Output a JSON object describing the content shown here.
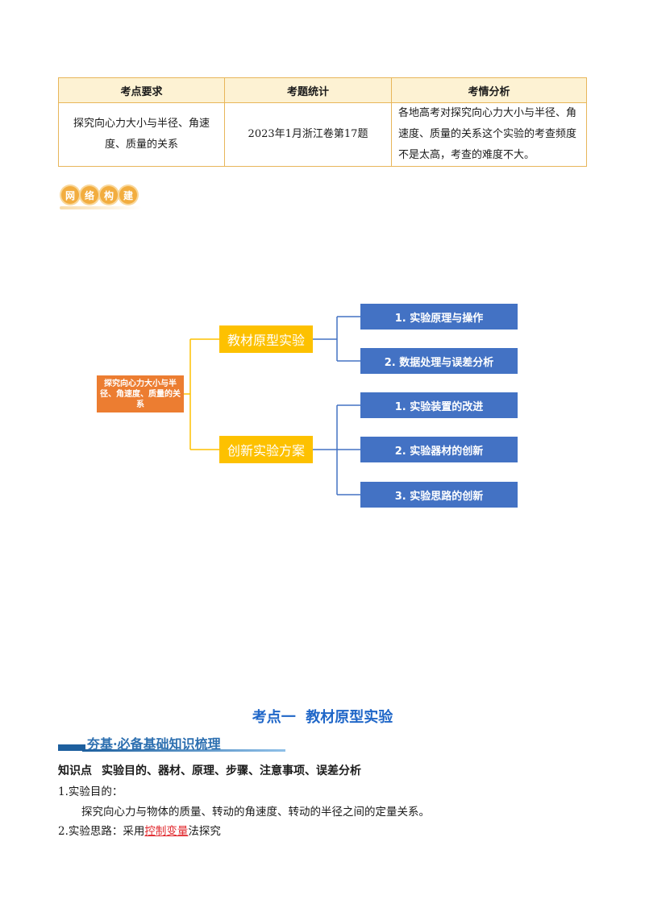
{
  "table": {
    "headers": [
      "考点要求",
      "考题统计",
      "考情分析"
    ],
    "row": [
      "探究向心力大小与半径、角速度、质量的关系",
      "2023年1月浙江卷第17题",
      "各地高考对探究向心力大小与半径、角速度、质量的关系这个实验的考查频度不是太高，考查的难度不大。"
    ]
  },
  "badge": [
    "网",
    "络",
    "构",
    "建"
  ],
  "mindmap": {
    "root": "探究向心力大小与半径、角速度、质量的关系",
    "branches": [
      {
        "label": "教材原型实验",
        "leaves": [
          "1. 实验原理与操作",
          "2. 数据处理与误差分析"
        ]
      },
      {
        "label": "创新实验方案",
        "leaves": [
          "1. 实验装置的改进",
          "2. 实验器材的创新",
          "3. 实验思路的创新"
        ]
      }
    ]
  },
  "section": {
    "title": "考点一  教材原型实验",
    "subhead": "夯基·必备基础知识梳理",
    "kp_label": "知识点",
    "kp_text": "实验目的、器材、原理、步骤、注意事项、误差分析",
    "p1": "1.实验目的：",
    "p2": "探究向心力与物体的质量、转动的角速度、转动的半径之间的定量关系。",
    "p3_prefix": "2.实验思路：采用",
    "p3_highlight": "控制变量",
    "p3_suffix": "法探究"
  },
  "colors": {
    "root": "#ec7d31",
    "branch": "#fdc100",
    "leaf": "#4372c4",
    "title": "#2067c8",
    "highlight": "#e0262b"
  }
}
